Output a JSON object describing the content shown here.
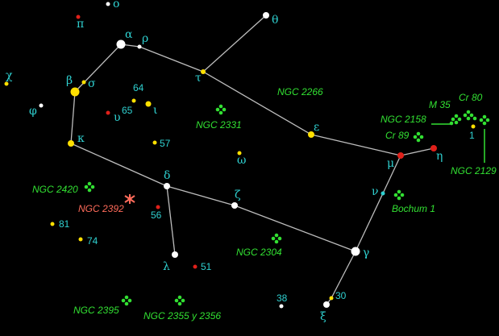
{
  "map": {
    "star_labels": {
      "omicron": "ο",
      "pi": "π",
      "alpha": "α",
      "rho": "ρ",
      "theta": "θ",
      "chi": "χ",
      "beta": "β",
      "sigma": "σ",
      "tau": "τ",
      "phi": "φ",
      "upsilon": "υ",
      "iota": "ι",
      "kappa": "κ",
      "epsilon": "ε",
      "omega": "ω",
      "delta": "δ",
      "zeta": "ζ",
      "mu": "μ",
      "eta": "η",
      "nu": "ν",
      "lambda": "λ",
      "gamma": "γ",
      "xi": "ξ",
      "n64": "64",
      "n65": "65",
      "n57": "57",
      "n56": "56",
      "n81": "81",
      "n74": "74",
      "n51": "51",
      "n38": "38",
      "n30": "30",
      "n1": "1"
    },
    "clusters": {
      "ngc2266": "NGC 2266",
      "ngc2331": "NGC 2331",
      "ngc2420": "NGC 2420",
      "ngc2304": "NGC 2304",
      "ngc2395": "NGC 2395",
      "ngc2355_2356": "NGC 2355 y 2356",
      "m35": "M 35",
      "cr80": "Cr 80",
      "ngc2158": "NGC 2158",
      "cr89": "Cr 89",
      "ngc2129": "NGC 2129",
      "bochum1": "Bochum 1"
    },
    "nebula": {
      "ngc2392": "NGC 2392"
    },
    "colors": {
      "background": "#000000",
      "line": "#bdbdbd",
      "label": "#2fd0d0",
      "cluster": "#32e032",
      "nebula": "#ff6b5a",
      "star_white": "#ffffff",
      "star_yellow": "#ffe000",
      "star_red": "#e0201a"
    }
  }
}
